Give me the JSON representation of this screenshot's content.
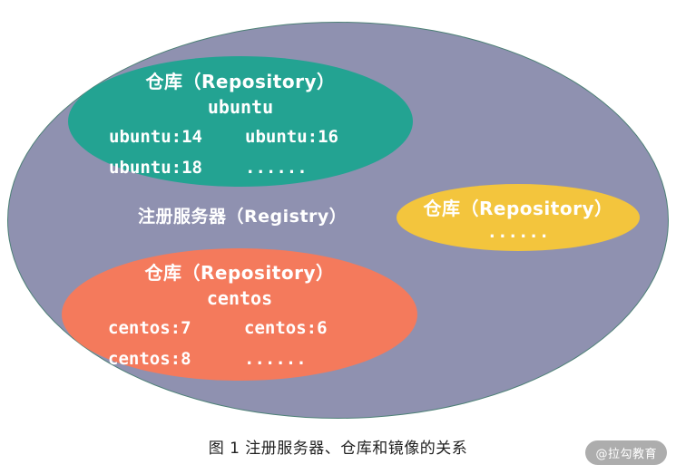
{
  "diagram": {
    "caption": "图 1 注册服务器、仓库和镜像的关系",
    "watermark": "@拉勾教育",
    "registry": {
      "label": "注册服务器（Registry）",
      "fill_color": "#8f91b0",
      "border_color": "#4d8076"
    },
    "repos": {
      "ubuntu": {
        "title": "仓库（Repository）",
        "name": "ubuntu",
        "tags": [
          "ubuntu:14",
          "ubuntu:16",
          "ubuntu:18",
          "......"
        ],
        "fill_color": "#23a392"
      },
      "other": {
        "title": "仓库（Repository）",
        "dots": "......",
        "fill_color": "#f3c53d"
      },
      "centos": {
        "title": "仓库（Repository）",
        "name": "centos",
        "tags": [
          "centos:7",
          "centos:6",
          "centos:8",
          "......"
        ],
        "fill_color": "#f47a5c"
      }
    }
  }
}
